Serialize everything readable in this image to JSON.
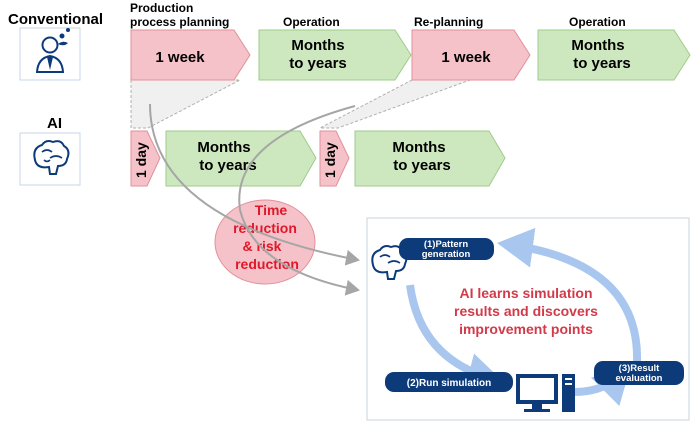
{
  "rows": {
    "conventional": "Conventional",
    "ai": "AI"
  },
  "phase_headers": {
    "planning_line1": "Production",
    "planning_line2": "process planning",
    "operation_1": "Operation",
    "replanning": "Re-planning",
    "operation_2": "Operation"
  },
  "conventional_timeline": {
    "planning": "1 week",
    "operation_1_line1": "Months",
    "operation_1_line2": "to years",
    "replanning": "1 week",
    "operation_2_line1": "Months",
    "operation_2_line2": "to years"
  },
  "ai_timeline": {
    "planning": "1 day",
    "operation_1_line1": "Months",
    "operation_1_line2": "to years",
    "replanning": "1 day",
    "operation_2_line1": "Months",
    "operation_2_line2": "to years"
  },
  "reduction": {
    "line1": "Time",
    "line2": "reduction",
    "line3": "& risk",
    "line4": "reduction"
  },
  "cycle": {
    "step1_line1": "(1)Pattern",
    "step1_line2": "generation",
    "step2": "(2)Run simulation",
    "step3_line1": "(3)Result",
    "step3_line2": "evaluation",
    "center_line1": "AI learns simulation",
    "center_line2": "results and discovers",
    "center_line3": "improvement points"
  },
  "colors": {
    "pink_fill": "#f4c2c8",
    "pink_stroke": "#e2909a",
    "green_fill": "#cde8bf",
    "green_stroke": "#9fcb8c",
    "navy": "#0d3b7a",
    "red_text": "#e0182b",
    "accent_text": "#d23a4a",
    "cycle_arrow": "#a9c7ee"
  }
}
